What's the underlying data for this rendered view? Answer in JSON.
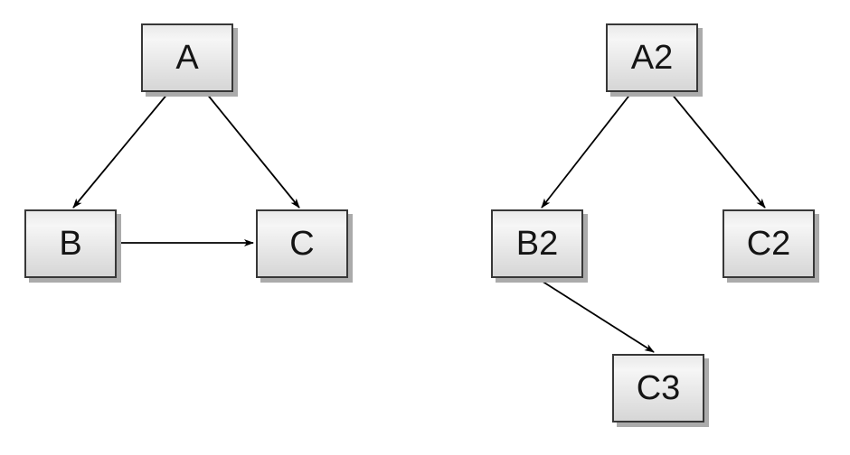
{
  "canvas": {
    "background": "#ffffff"
  },
  "style": {
    "canvas_background": "#ffffff",
    "node_border_color": "#373737",
    "node_fill_top": "#e9e9e9",
    "node_fill_sheen": "#f6f6f6",
    "node_fill_bottom": "#d6d6d6",
    "node_shadow_color": "#ababab",
    "edge_color": "#000000",
    "label_color": "#141414"
  },
  "graphs": [
    {
      "name": "left-graph",
      "nodes": [
        {
          "id": "A",
          "label": "A"
        },
        {
          "id": "B",
          "label": "B"
        },
        {
          "id": "C",
          "label": "C"
        }
      ],
      "edges": [
        {
          "from": "A",
          "to": "B"
        },
        {
          "from": "A",
          "to": "C"
        },
        {
          "from": "B",
          "to": "C"
        }
      ]
    },
    {
      "name": "right-graph",
      "nodes": [
        {
          "id": "A2",
          "label": "A2"
        },
        {
          "id": "B2",
          "label": "B2"
        },
        {
          "id": "C2",
          "label": "C2"
        },
        {
          "id": "C3",
          "label": "C3"
        }
      ],
      "edges": [
        {
          "from": "A2",
          "to": "B2"
        },
        {
          "from": "A2",
          "to": "C2"
        },
        {
          "from": "B2",
          "to": "C3"
        }
      ]
    }
  ]
}
